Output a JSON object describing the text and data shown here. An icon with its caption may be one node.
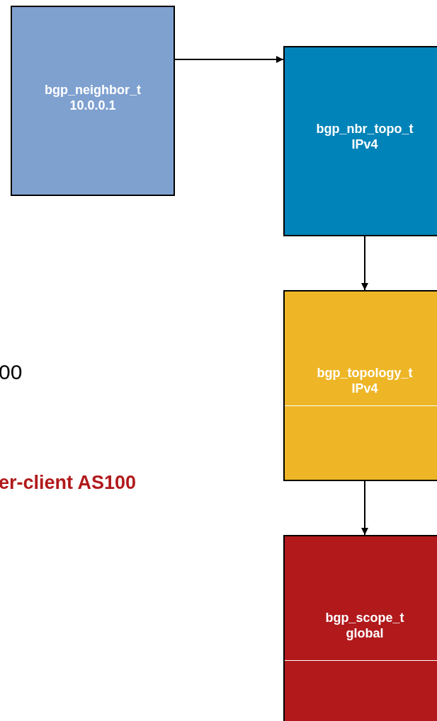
{
  "diagram": {
    "nodes": [
      {
        "text": [
          "bgp_neighbor_t",
          "10.0.0.1"
        ]
      },
      {
        "text": [
          "bgp_nbr_topo_t",
          "IPv4"
        ]
      },
      {
        "text": [
          "bgp_topology_t",
          "IPv4"
        ]
      },
      {
        "text": [
          "bgp_scope_t",
          "global"
        ]
      }
    ],
    "edges": [
      {
        "from": 0,
        "to": 1,
        "arrow": "to"
      },
      {
        "from": 1,
        "to": 2,
        "arrow": "to"
      },
      {
        "from": 2,
        "to": 3,
        "arrow": "to"
      }
    ],
    "labels": [
      "00",
      "er-client AS100"
    ]
  }
}
